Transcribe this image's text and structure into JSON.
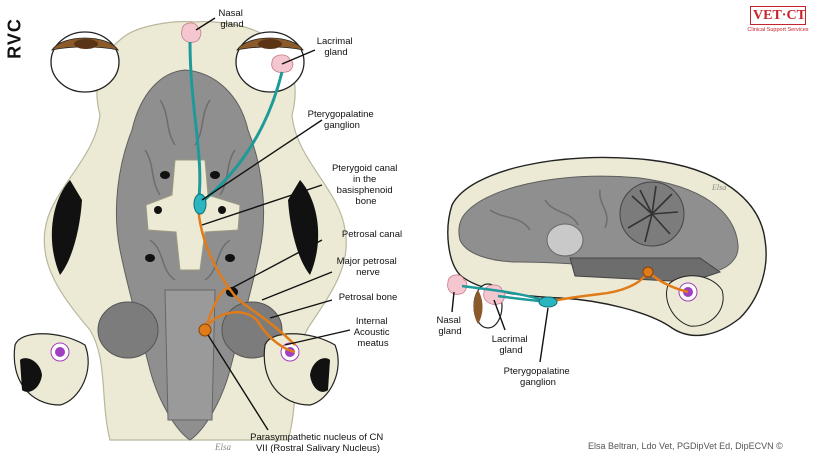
{
  "logos": {
    "rvc": "RVC",
    "vetct_title": "VET·CT",
    "vetct_subtitle": "Clinical Support Services"
  },
  "credit": "Elsa Beltran, Ldo Vet, PGDipVet Ed, DipECVN ©",
  "signature": "Elsa",
  "colors": {
    "parasympathetic_pathway": "#e07b1a",
    "postganglionic_pathway": "#1f9a9a",
    "nucleus": "#e07b1a",
    "ganglion": "#2bb5c0",
    "inner_ear": "#a03fc0",
    "gland": "#f4c6cf",
    "skull": "#ecead4",
    "brain": "#8f8f8f"
  },
  "ventral_view": {
    "labels": {
      "nasal_gland": [
        "Nasal",
        "gland"
      ],
      "lacrimal_gland": [
        "Lacrimal",
        "gland"
      ],
      "pterygopalatine_ganglion": [
        "Pterygopalatine",
        "ganglion"
      ],
      "pterygoid_canal": [
        "Pterygoid canal",
        "in the",
        "basisphenoid",
        "bone"
      ],
      "petrosal_canal": [
        "Petrosal canal"
      ],
      "major_petrosal_nerve": [
        "Major petrosal",
        "nerve"
      ],
      "petrosal_bone": [
        "Petrosal bone"
      ],
      "internal_acoustic_meatus": [
        "Internal",
        "Acoustic",
        "meatus"
      ],
      "parasympathetic_nucleus": [
        "Parasympathetic nucleus of CN",
        "VII (Rostral Salivary Nucleus)"
      ]
    }
  },
  "lateral_view": {
    "labels": {
      "nasal_gland": [
        "Nasal",
        "gland"
      ],
      "lacrimal_gland": [
        "Lacrimal",
        "gland"
      ],
      "pterygopalatine_ganglion": [
        "Pterygopalatine",
        "ganglion"
      ]
    }
  }
}
